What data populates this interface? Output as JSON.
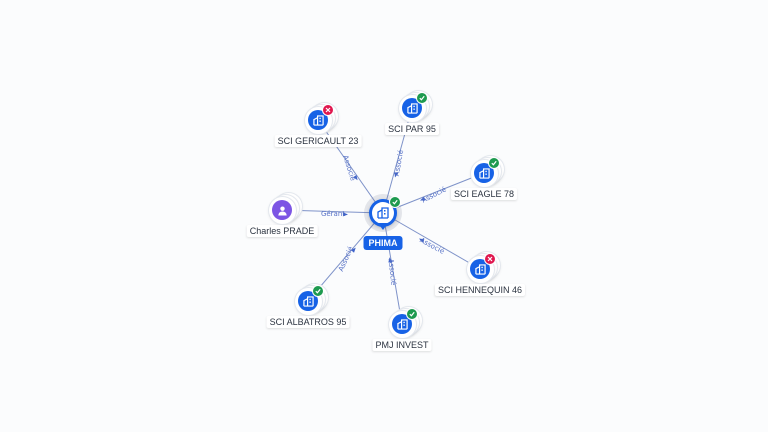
{
  "center": {
    "name": "PHIMA",
    "icon": "building-icon",
    "status": "active"
  },
  "nodes": [
    {
      "id": "gericault",
      "name": "SCI GERICAULT 23",
      "type": "company",
      "icon": "building-icon",
      "status": "closed",
      "relation": "Associé"
    },
    {
      "id": "par95",
      "name": "SCI PAR 95",
      "type": "company",
      "icon": "building-icon",
      "status": "active",
      "relation": "Associé"
    },
    {
      "id": "eagle",
      "name": "SCI EAGLE 78",
      "type": "company",
      "icon": "building-icon",
      "status": "active",
      "relation": "Associé"
    },
    {
      "id": "prade",
      "name": "Charles PRADE",
      "type": "person",
      "icon": "person-icon",
      "status": "",
      "relation": "Gérant"
    },
    {
      "id": "hennequin",
      "name": "SCI HENNEQUIN 46",
      "type": "company",
      "icon": "building-icon",
      "status": "closed",
      "relation": "Associé"
    },
    {
      "id": "albatros",
      "name": "SCI ALBATROS 95",
      "type": "company",
      "icon": "building-icon",
      "status": "active",
      "relation": "Associé"
    },
    {
      "id": "pmj",
      "name": "PMJ INVEST",
      "type": "company",
      "icon": "building-icon",
      "status": "active",
      "relation": "Associé"
    }
  ],
  "colors": {
    "company": "#1762e6",
    "person": "#7c55e4",
    "active": "#1e9a4f",
    "closed": "#e0184f",
    "edge": "#7f93c9",
    "edge_label": "#5570c6"
  }
}
